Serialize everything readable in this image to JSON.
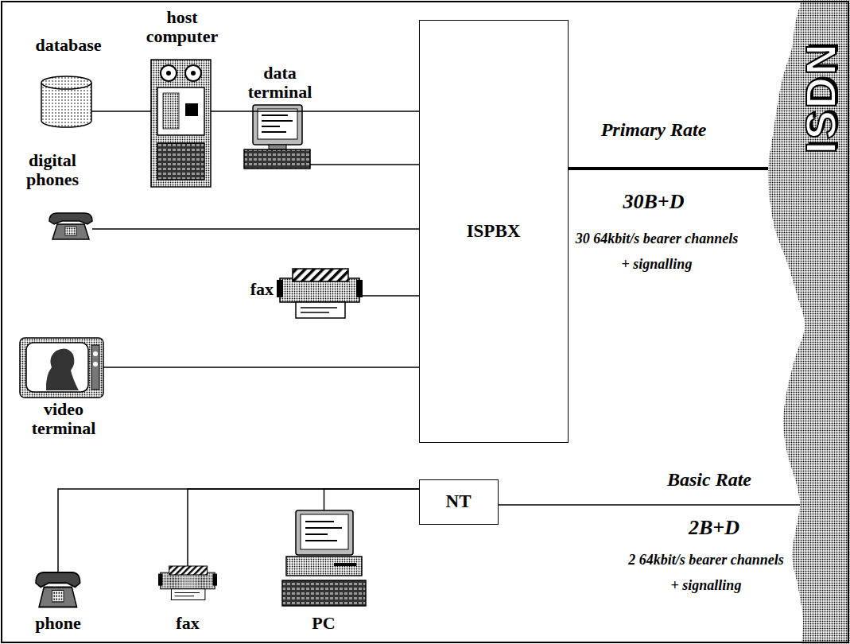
{
  "diagram": {
    "nodes": [
      {
        "text": [
          "database"
        ]
      },
      {
        "text": [
          "host computer"
        ]
      },
      {
        "text": [
          "data terminal"
        ]
      },
      {
        "text": [
          "digital phones"
        ]
      },
      {
        "text": [
          "fax"
        ]
      },
      {
        "text": [
          "video terminal"
        ]
      },
      {
        "text": [
          "ISPBX"
        ]
      },
      {
        "text": [
          "NT"
        ]
      },
      {
        "text": [
          "phone"
        ]
      },
      {
        "text": [
          "fax"
        ]
      },
      {
        "text": [
          "PC"
        ]
      },
      {
        "text": [
          "ISDN"
        ]
      }
    ],
    "edges": [
      {
        "from": 0,
        "to": 1,
        "arrow": "none"
      },
      {
        "from": 1,
        "to": 6,
        "arrow": "none"
      },
      {
        "from": 2,
        "to": 6,
        "arrow": "none"
      },
      {
        "from": 3,
        "to": 6,
        "arrow": "none"
      },
      {
        "from": 4,
        "to": 6,
        "arrow": "none"
      },
      {
        "from": 5,
        "to": 6,
        "arrow": "none"
      },
      {
        "from": 6,
        "to": 11,
        "label": "Primary Rate",
        "arrow": "none"
      },
      {
        "from": 8,
        "to": 7,
        "arrow": "none"
      },
      {
        "from": 9,
        "to": 7,
        "arrow": "none"
      },
      {
        "from": 10,
        "to": 7,
        "arrow": "none"
      },
      {
        "from": 7,
        "to": 11,
        "label": "Basic Rate",
        "arrow": "none"
      }
    ],
    "labels": [
      "30B+D",
      "30 64kbit/s bearer channels + signalling",
      "2B+D",
      "2 64kbit/s bearer channels + signalling"
    ]
  }
}
